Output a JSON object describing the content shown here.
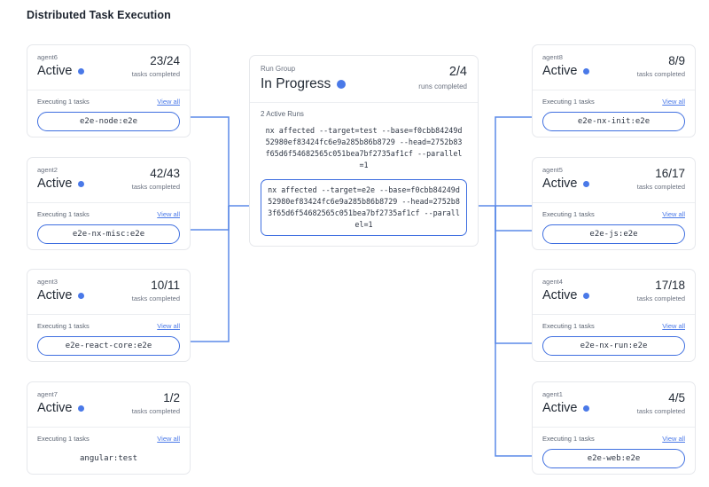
{
  "page": {
    "title": "Distributed Task Execution"
  },
  "colors": {
    "accent": "#4a79e8",
    "chip_border": "#3f6fe0",
    "wire": "#5b8ae8",
    "card_border": "#e6e8ec",
    "text_primary": "#232b36",
    "text_muted": "#6b7280"
  },
  "labels": {
    "tasks_completed": "tasks completed",
    "runs_completed": "runs completed",
    "view_all": "View all"
  },
  "run_group": {
    "label": "Run Group",
    "status": "In Progress",
    "count": "2/4",
    "count_sub": "runs completed",
    "active_runs_label": "2 Active Runs",
    "runs": [
      {
        "command": "nx affected --target=test --base=f0cbb84249d52980ef83424fc6e9a285b86b8729 --head=2752b83f65d6f54682565c051bea7bf2735af1cf --parallel=1",
        "selected": false
      },
      {
        "command": "nx affected --target=e2e --base=f0cbb84249d52980ef83424fc6e9a285b86b8729 --head=2752b83f65d6f54682565c051bea7bf2735af1cf --parallel=1",
        "selected": true
      }
    ]
  },
  "left_agents": [
    {
      "agent": "agent6",
      "status": "Active",
      "count": "23/24",
      "count_sub": "tasks completed",
      "exec_label": "Executing 1 tasks",
      "view_all": "View all",
      "task": "e2e-node:e2e",
      "boxed": true
    },
    {
      "agent": "agent2",
      "status": "Active",
      "count": "42/43",
      "count_sub": "tasks completed",
      "exec_label": "Executing 1 tasks",
      "view_all": "View all",
      "task": "e2e-nx-misc:e2e",
      "boxed": true
    },
    {
      "agent": "agent3",
      "status": "Active",
      "count": "10/11",
      "count_sub": "tasks completed",
      "exec_label": "Executing 1 tasks",
      "view_all": "View all",
      "task": "e2e-react-core:e2e",
      "boxed": true
    },
    {
      "agent": "agent7",
      "status": "Active",
      "count": "1/2",
      "count_sub": "tasks completed",
      "exec_label": "Executing 1 tasks",
      "view_all": "View all",
      "task": "angular:test",
      "boxed": false
    }
  ],
  "right_agents": [
    {
      "agent": "agent8",
      "status": "Active",
      "count": "8/9",
      "count_sub": "tasks completed",
      "exec_label": "Executing 1 tasks",
      "view_all": "View all",
      "task": "e2e-nx-init:e2e",
      "boxed": true
    },
    {
      "agent": "agent5",
      "status": "Active",
      "count": "16/17",
      "count_sub": "tasks completed",
      "exec_label": "Executing 1 tasks",
      "view_all": "View all",
      "task": "e2e-js:e2e",
      "boxed": true
    },
    {
      "agent": "agent4",
      "status": "Active",
      "count": "17/18",
      "count_sub": "tasks completed",
      "exec_label": "Executing 1 tasks",
      "view_all": "View all",
      "task": "e2e-nx-run:e2e",
      "boxed": true
    },
    {
      "agent": "agent1",
      "status": "Active",
      "count": "4/5",
      "count_sub": "tasks completed",
      "exec_label": "Executing 1 tasks",
      "view_all": "View all",
      "task": "e2e-web:e2e",
      "boxed": true
    }
  ]
}
